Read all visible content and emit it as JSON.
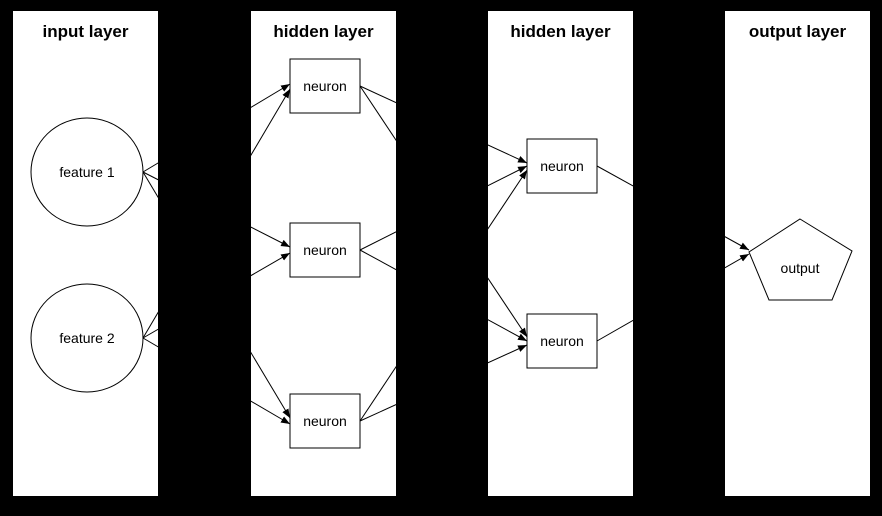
{
  "diagram": {
    "type": "neural-network",
    "background_color": "#000000",
    "panel_color": "#ffffff",
    "line_color": "#000000",
    "layers": [
      {
        "title": "input layer",
        "nodes": [
          {
            "label": "feature 1",
            "shape": "circle"
          },
          {
            "label": "feature 2",
            "shape": "circle"
          }
        ]
      },
      {
        "title": "hidden layer",
        "nodes": [
          {
            "label": "neuron",
            "shape": "box"
          },
          {
            "label": "neuron",
            "shape": "box"
          },
          {
            "label": "neuron",
            "shape": "box"
          }
        ]
      },
      {
        "title": "hidden layer",
        "nodes": [
          {
            "label": "neuron",
            "shape": "box"
          },
          {
            "label": "neuron",
            "shape": "box"
          }
        ]
      },
      {
        "title": "output layer",
        "nodes": [
          {
            "label": "output",
            "shape": "pentagon"
          }
        ]
      }
    ],
    "edges": [
      {
        "from": "feature 1",
        "to": "hidden1 neuron 1"
      },
      {
        "from": "feature 1",
        "to": "hidden1 neuron 2"
      },
      {
        "from": "feature 1",
        "to": "hidden1 neuron 3"
      },
      {
        "from": "feature 2",
        "to": "hidden1 neuron 1"
      },
      {
        "from": "feature 2",
        "to": "hidden1 neuron 2"
      },
      {
        "from": "feature 2",
        "to": "hidden1 neuron 3"
      },
      {
        "from": "hidden1 neuron 1",
        "to": "hidden2 neuron 1"
      },
      {
        "from": "hidden1 neuron 1",
        "to": "hidden2 neuron 2"
      },
      {
        "from": "hidden1 neuron 2",
        "to": "hidden2 neuron 1"
      },
      {
        "from": "hidden1 neuron 2",
        "to": "hidden2 neuron 2"
      },
      {
        "from": "hidden1 neuron 3",
        "to": "hidden2 neuron 1"
      },
      {
        "from": "hidden1 neuron 3",
        "to": "hidden2 neuron 2"
      },
      {
        "from": "hidden2 neuron 1",
        "to": "output"
      },
      {
        "from": "hidden2 neuron 2",
        "to": "output"
      }
    ]
  }
}
